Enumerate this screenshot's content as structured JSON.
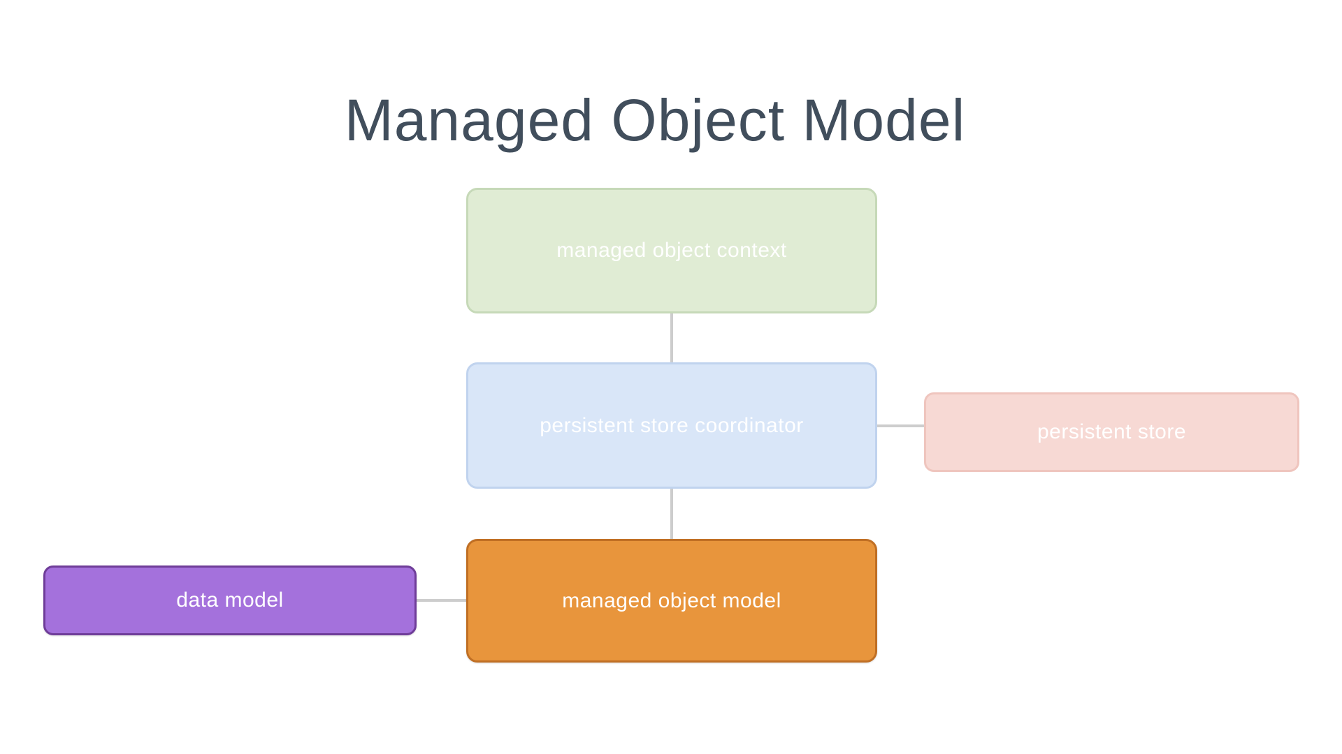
{
  "slide": {
    "title": "Managed Object Model",
    "title_color": "#414e5c",
    "background_color": "#ffffff"
  },
  "nodes": {
    "managed_object_context": {
      "label": "managed object context",
      "fill": "#e0ecd4",
      "border": "#c6d9b8",
      "text_color": "#ffffff"
    },
    "persistent_store_coordinator": {
      "label": "persistent store coordinator",
      "fill": "#d9e6f8",
      "border": "#c0d3ee",
      "text_color": "#ffffff"
    },
    "persistent_store": {
      "label": "persistent store",
      "fill": "#f7d9d4",
      "border": "#efc5be",
      "text_color": "#ffffff"
    },
    "managed_object_model": {
      "label": "managed object model",
      "fill": "#e8953c",
      "border": "#c06f24",
      "text_color": "#ffffff"
    },
    "data_model": {
      "label": "data model",
      "fill": "#a471dc",
      "border": "#6f3d99",
      "text_color": "#ffffff"
    }
  },
  "connectors": {
    "color": "#cdcdcd",
    "edges": [
      {
        "from": "managed_object_context",
        "to": "persistent_store_coordinator",
        "orientation": "vertical"
      },
      {
        "from": "persistent_store_coordinator",
        "to": "managed_object_model",
        "orientation": "vertical"
      },
      {
        "from": "persistent_store_coordinator",
        "to": "persistent_store",
        "orientation": "horizontal"
      },
      {
        "from": "data_model",
        "to": "managed_object_model",
        "orientation": "horizontal"
      }
    ]
  }
}
